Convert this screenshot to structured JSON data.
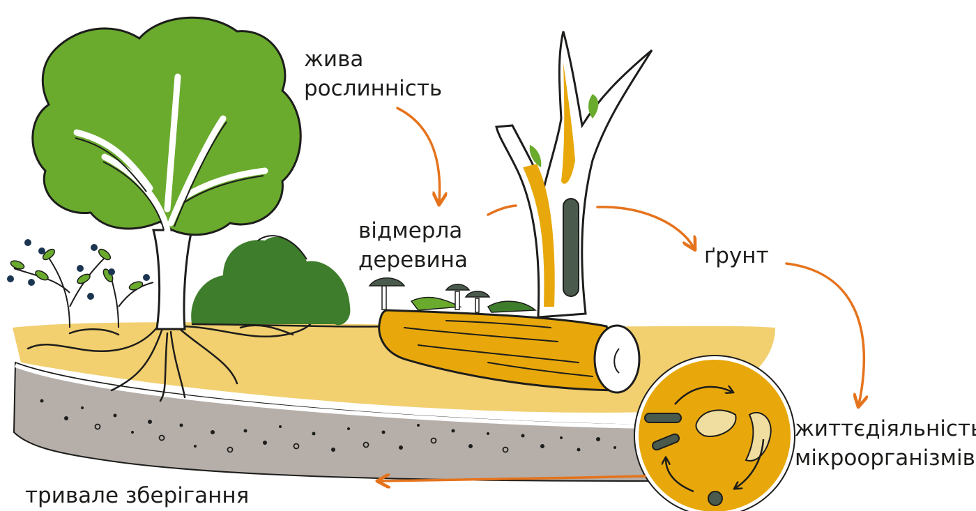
{
  "labels": {
    "living_vegetation": [
      "жива",
      "рослинність"
    ],
    "dead_wood": [
      "відмерла",
      "деревина"
    ],
    "soil": "ґрунт",
    "microorganism_activity": [
      "життєдіяльність",
      "мікроорганізмів"
    ],
    "long_term_storage": "тривале зберігання"
  },
  "colors": {
    "foliage": "#6aab2e",
    "shrub": "#3e7d2b",
    "topsoil": "#f2cf6f",
    "subsoil": "#b5aea9",
    "dead_wood": "#e8a80c",
    "microbe_circle": "#e8a80c",
    "arrow": "#e5731c",
    "outline": "#1d1d1b"
  }
}
